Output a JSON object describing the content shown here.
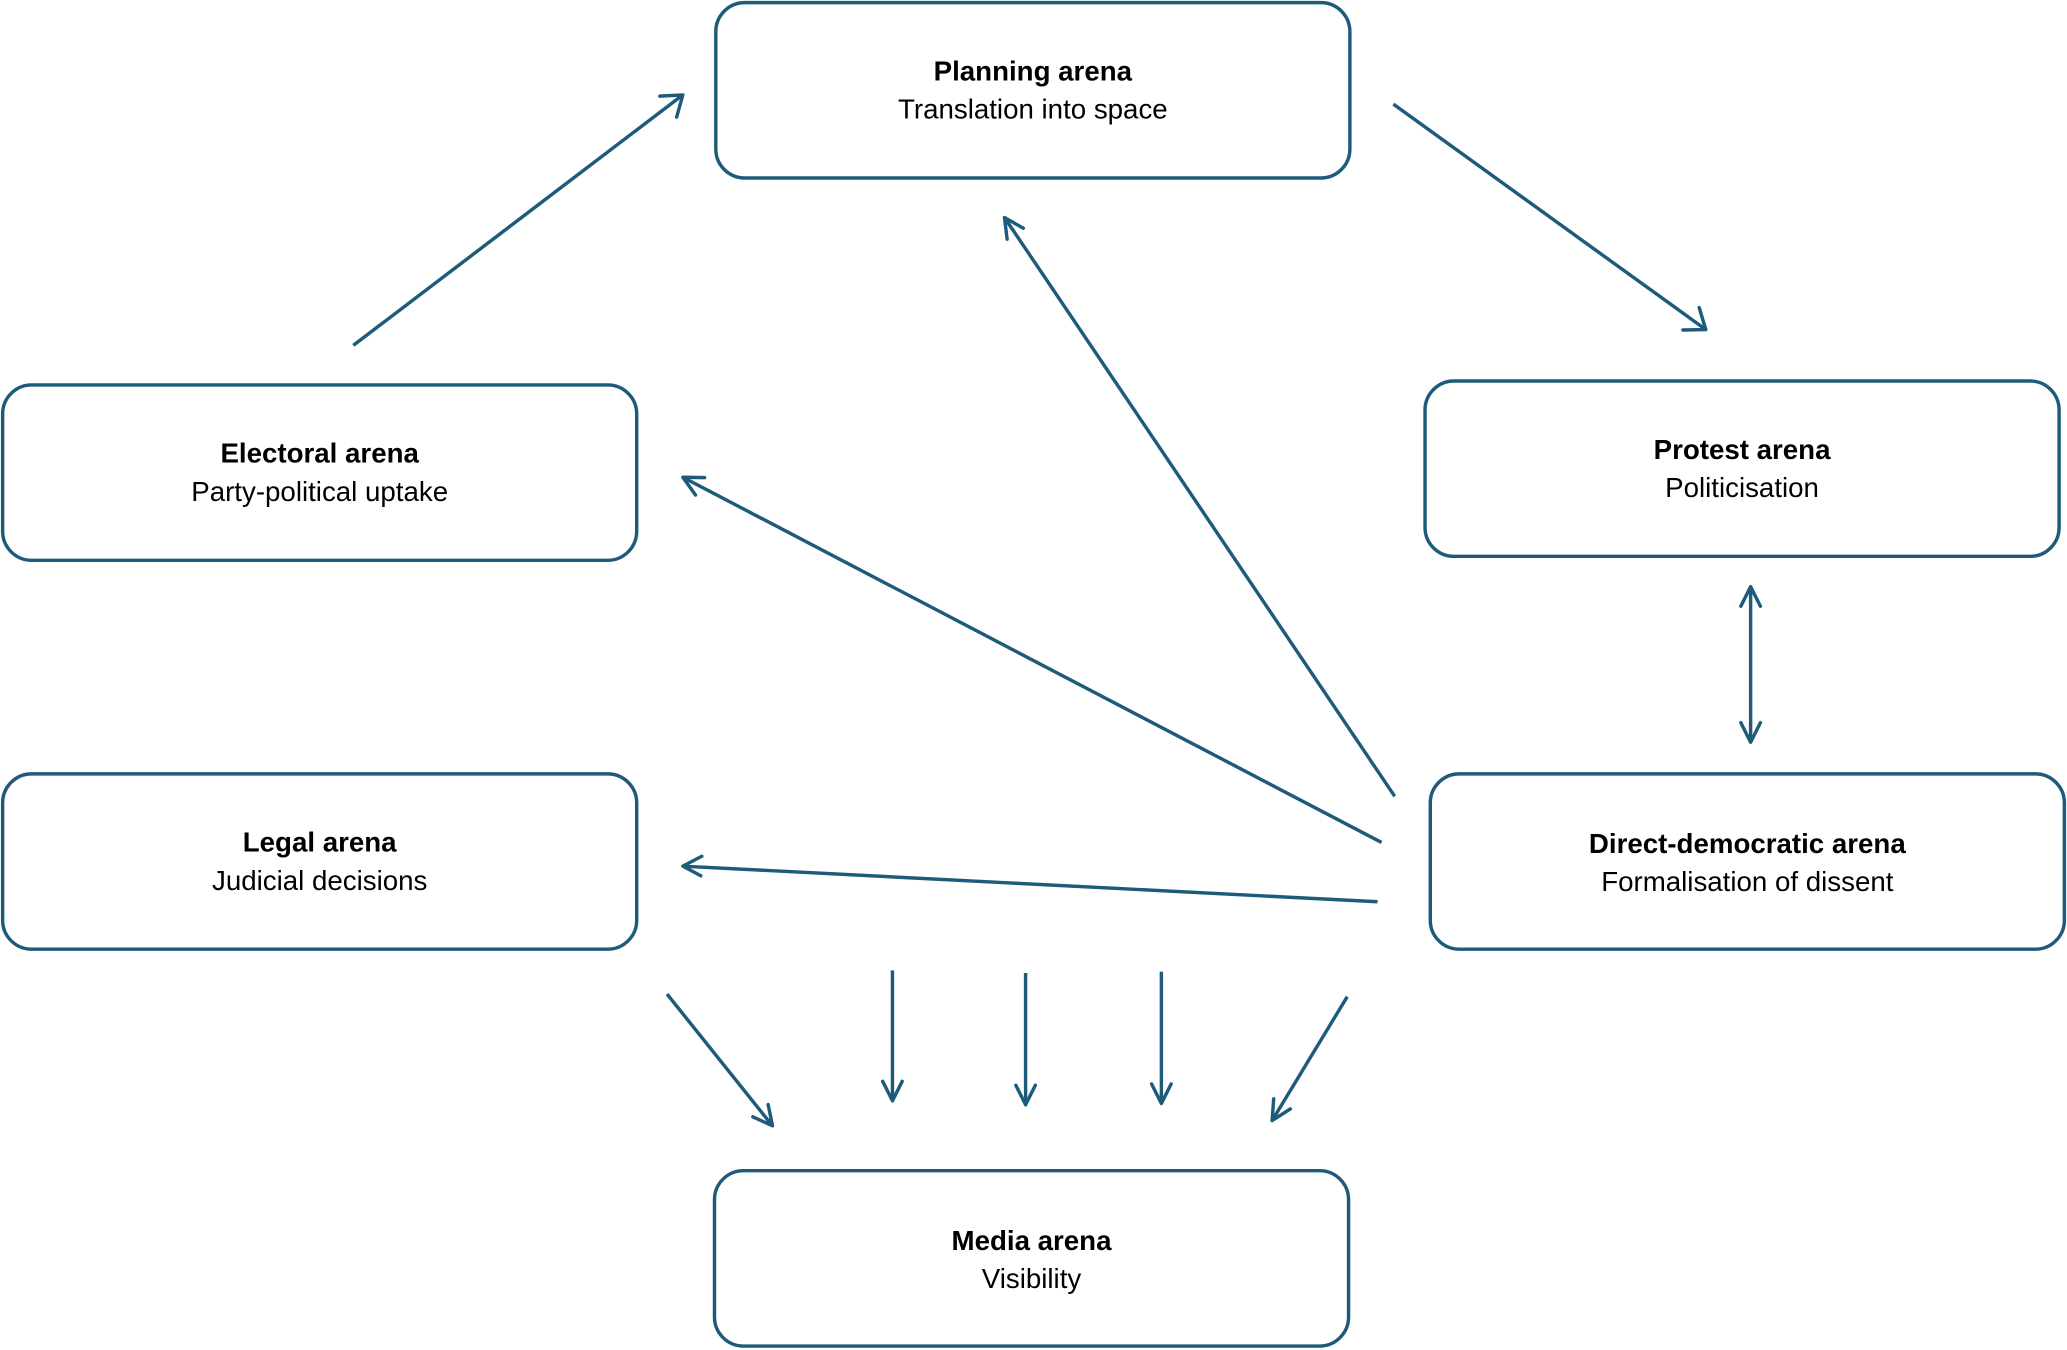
{
  "arenas": {
    "planning": {
      "title": "Planning arena",
      "subtitle": "Translation into space"
    },
    "electoral": {
      "title": "Electoral arena",
      "subtitle": "Party-political uptake"
    },
    "protest": {
      "title": "Protest arena",
      "subtitle": "Politicisation"
    },
    "legal": {
      "title": "Legal arena",
      "subtitle": "Judicial decisions"
    },
    "direct_democratic": {
      "title": "Direct-democratic arena",
      "subtitle": "Formalisation of dissent"
    },
    "media": {
      "title": "Media arena",
      "subtitle": "Visibility"
    }
  },
  "connections": [
    {
      "from": "electoral",
      "to": "planning",
      "direction": "forward"
    },
    {
      "from": "planning",
      "to": "protest",
      "direction": "forward"
    },
    {
      "from": "protest",
      "to": "direct_democratic",
      "direction": "both"
    },
    {
      "from": "direct_democratic",
      "to": "planning",
      "direction": "forward"
    },
    {
      "from": "direct_democratic",
      "to": "electoral",
      "direction": "forward"
    },
    {
      "from": "direct_democratic",
      "to": "legal",
      "direction": "forward"
    },
    {
      "from": "legal",
      "to": "media",
      "direction": "forward"
    },
    {
      "from": "electoral",
      "to": "media",
      "direction": "forward"
    },
    {
      "from": "planning",
      "to": "media",
      "direction": "forward"
    },
    {
      "from": "protest",
      "to": "media",
      "direction": "forward"
    },
    {
      "from": "direct_democratic",
      "to": "media",
      "direction": "forward"
    }
  ],
  "colors": {
    "accent": "#1e5b7b",
    "text": "#000000",
    "background": "#ffffff"
  }
}
